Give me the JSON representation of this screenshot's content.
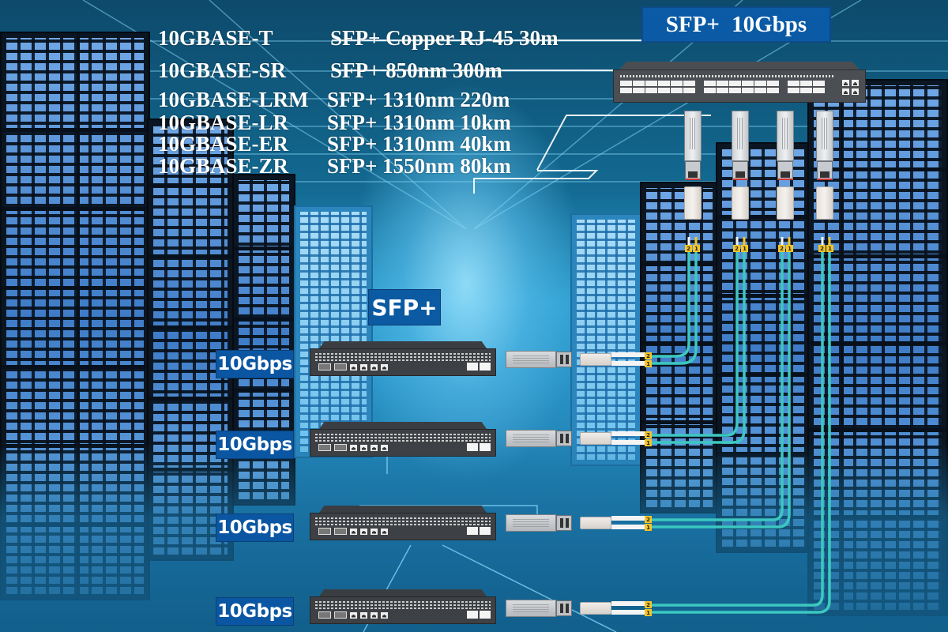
{
  "banner": {
    "title": "SFP+  10Gbps"
  },
  "specs": [
    {
      "standard": "10GBASE-T",
      "description": "SFP+ Copper RJ-45 30m"
    },
    {
      "standard": "10GBASE-SR",
      "description": "SFP+ 850nm 300m"
    },
    {
      "standard": "10GBASE-LRM",
      "description": "SFP+ 1310nm 220m"
    },
    {
      "standard": "10GBASE-LR",
      "description": "SFP+ 1310nm 10km"
    },
    {
      "standard": "10GBASE-ER",
      "description": "SFP+ 1310nm 40km"
    },
    {
      "standard": "10GBASE-ZR",
      "description": "SFP+ 1550nm 80km"
    }
  ],
  "center_label": "SFP+",
  "access_switches": [
    {
      "speed": "10Gbps",
      "port_labels": [
        "2",
        "1"
      ]
    },
    {
      "speed": "10Gbps",
      "port_labels": [
        "2",
        "1"
      ]
    },
    {
      "speed": "10Gbps",
      "port_labels": [
        "2",
        "1"
      ]
    },
    {
      "speed": "10Gbps",
      "port_labels": [
        "2",
        "1"
      ]
    }
  ],
  "core_switch": {
    "uplink_modules": 4
  },
  "colors": {
    "label_blue": "#0b56a2",
    "fiber_aqua": "#3cc8c0",
    "connector_yellow": "#f4c52a",
    "switch_gray": "#3d4044",
    "background_blue": "#1c78a8"
  }
}
